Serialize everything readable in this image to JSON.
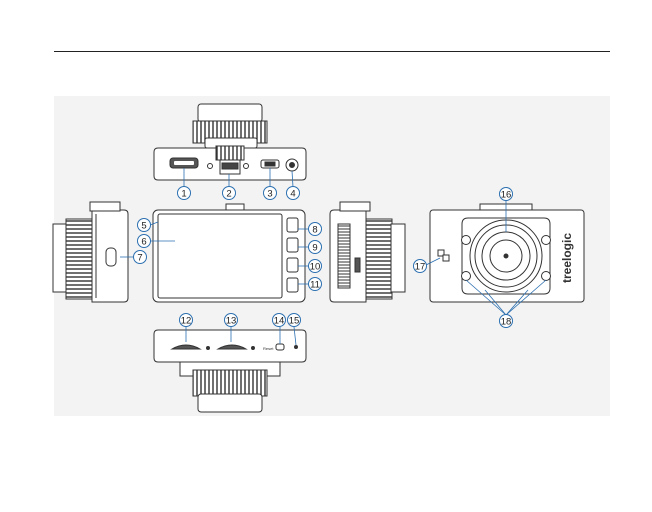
{
  "brand": "treelogic",
  "reset_label": "Reset",
  "callouts": [
    "1",
    "2",
    "3",
    "4",
    "5",
    "6",
    "7",
    "8",
    "9",
    "10",
    "11",
    "12",
    "13",
    "14",
    "15",
    "16",
    "17",
    "18"
  ],
  "colors": {
    "callout_stroke": "#2b6fb0",
    "leader_line": "#2b6fb0",
    "outline": "#333333",
    "background": "#f3f3f3"
  }
}
